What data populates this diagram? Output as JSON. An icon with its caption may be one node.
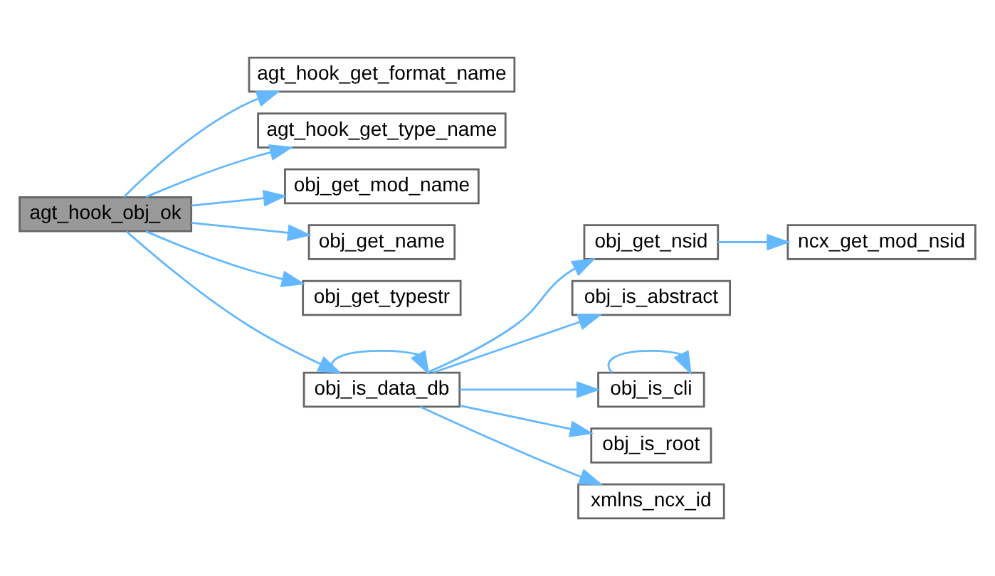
{
  "diagram": {
    "nodes": [
      {
        "text": [
          "agt_hook_obj_ok"
        ]
      },
      {
        "text": [
          "agt_hook_get_format_name"
        ]
      },
      {
        "text": [
          "agt_hook_get_type_name"
        ]
      },
      {
        "text": [
          "obj_get_mod_name"
        ]
      },
      {
        "text": [
          "obj_get_name"
        ]
      },
      {
        "text": [
          "obj_get_typestr"
        ]
      },
      {
        "text": [
          "obj_is_data_db"
        ]
      },
      {
        "text": [
          "obj_get_nsid"
        ]
      },
      {
        "text": [
          "ncx_get_mod_nsid"
        ]
      },
      {
        "text": [
          "obj_is_abstract"
        ]
      },
      {
        "text": [
          "obj_is_cli"
        ]
      },
      {
        "text": [
          "obj_is_root"
        ]
      },
      {
        "text": [
          "xmlns_ncx_id"
        ]
      }
    ],
    "edges": [
      {
        "from": 0,
        "to": 1,
        "arrow": "to"
      },
      {
        "from": 0,
        "to": 2,
        "arrow": "to"
      },
      {
        "from": 0,
        "to": 3,
        "arrow": "to"
      },
      {
        "from": 0,
        "to": 4,
        "arrow": "to"
      },
      {
        "from": 0,
        "to": 5,
        "arrow": "to"
      },
      {
        "from": 0,
        "to": 6,
        "arrow": "to"
      },
      {
        "from": 6,
        "to": 6,
        "arrow": "to"
      },
      {
        "from": 6,
        "to": 7,
        "arrow": "to"
      },
      {
        "from": 7,
        "to": 8,
        "arrow": "to"
      },
      {
        "from": 6,
        "to": 9,
        "arrow": "to"
      },
      {
        "from": 6,
        "to": 10,
        "arrow": "to"
      },
      {
        "from": 10,
        "to": 10,
        "arrow": "to"
      },
      {
        "from": 6,
        "to": 11,
        "arrow": "to"
      },
      {
        "from": 6,
        "to": 12,
        "arrow": "to"
      }
    ]
  }
}
